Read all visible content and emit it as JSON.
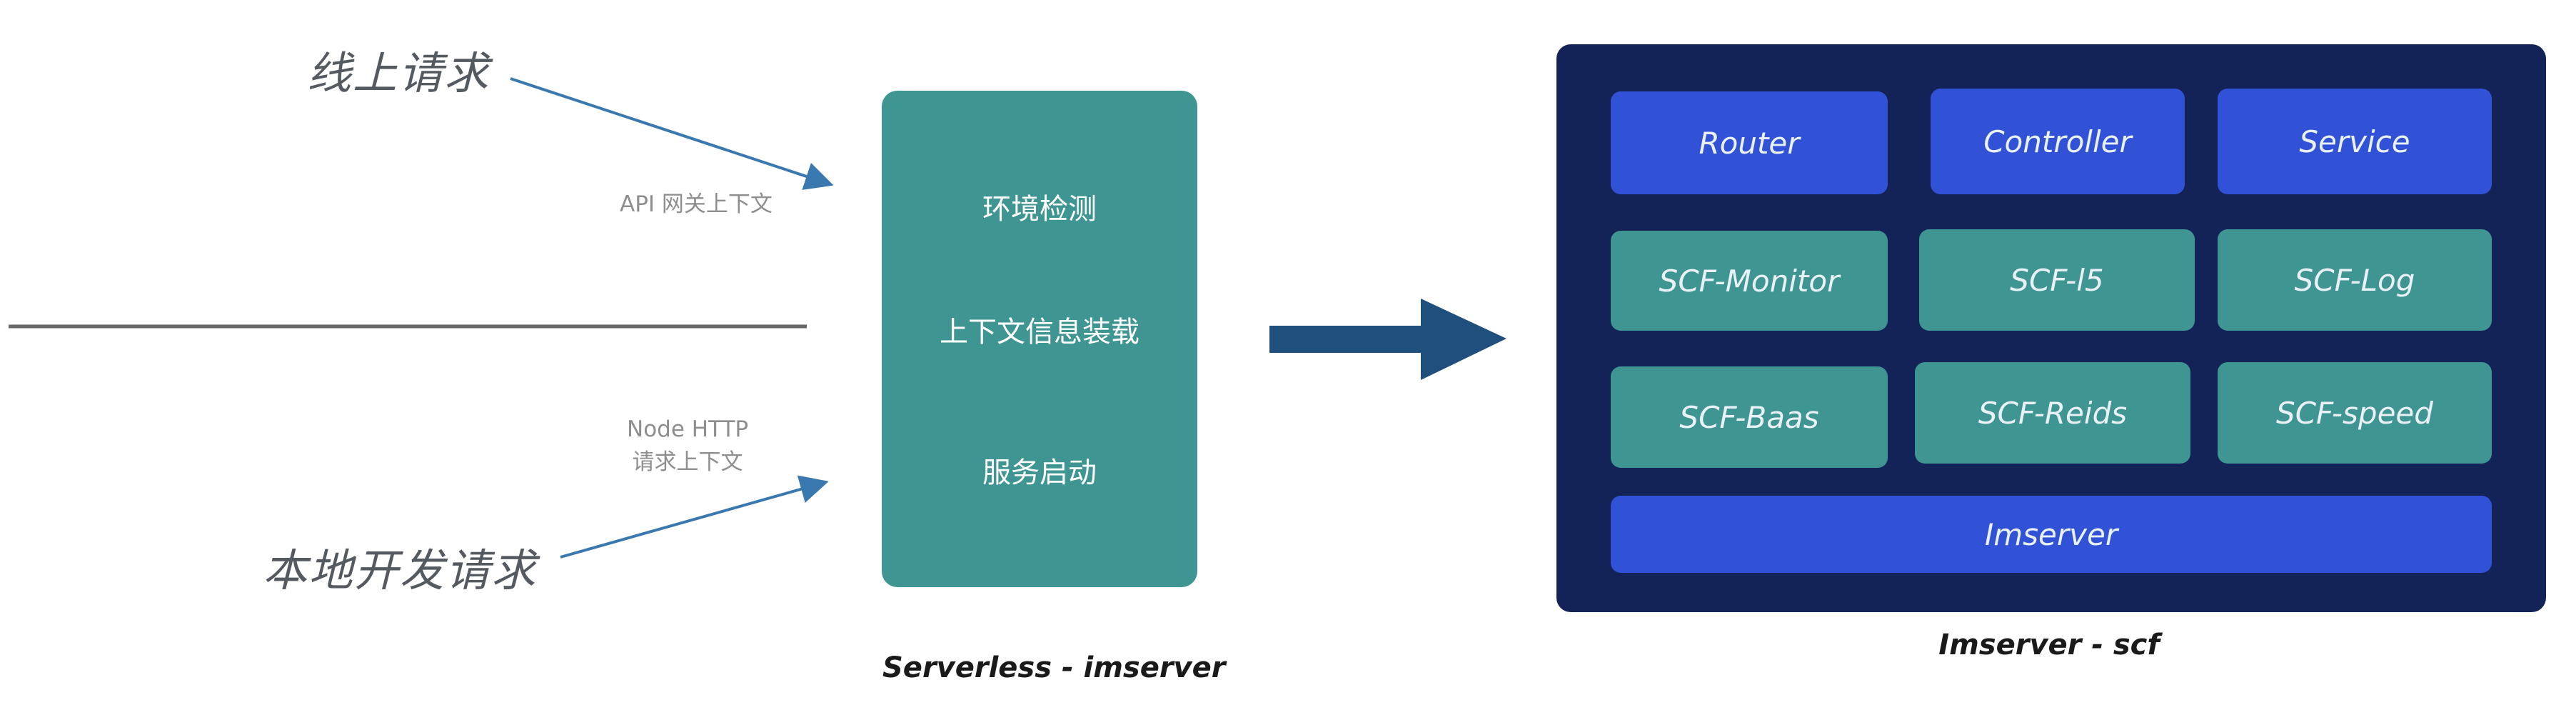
{
  "left": {
    "online_request": "线上请求",
    "local_request": "本地开发请求",
    "api_context": "API 网关上下文",
    "node_http_line1": "Node HTTP",
    "node_http_line2": "请求上下文"
  },
  "serverless": {
    "items": [
      "环境检测",
      "上下文信息装载",
      "服务启动"
    ],
    "caption": "Serverless - imserver"
  },
  "imserver": {
    "row1": [
      "Router",
      "Controller",
      "Service"
    ],
    "row2": [
      "SCF-Monitor",
      "SCF-l5",
      "SCF-Log"
    ],
    "row3": [
      "SCF-Baas",
      "SCF-Reids",
      "SCF-speed"
    ],
    "base": "Imserver",
    "caption": "Imserver - scf"
  },
  "colors": {
    "teal": "#3f9591",
    "navy": "#142357",
    "blue": "#3152d6",
    "arrow": "#1f4f7c",
    "line_arrow": "#3a78b0"
  }
}
